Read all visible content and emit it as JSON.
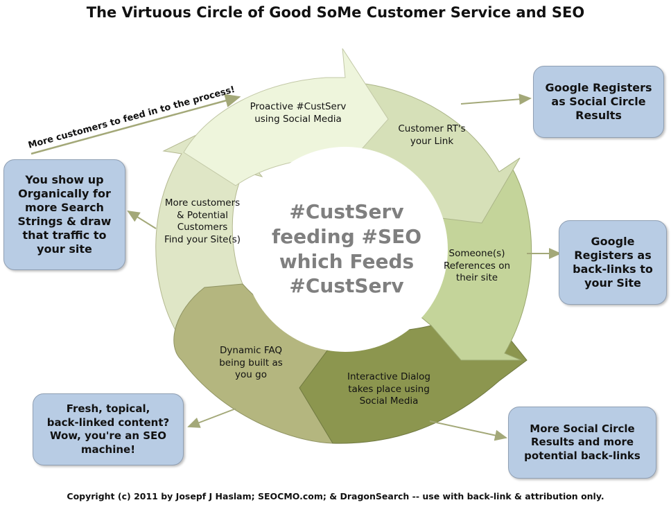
{
  "title": "The Virtuous Circle of Good SoMe Customer Service and SEO",
  "center": [
    "#CustServ",
    "feeding #SEO",
    "which Feeds",
    "#CustServ"
  ],
  "segments": {
    "proactive": "Proactive #CustServ\nusing Social Media",
    "customer_rt": "Customer RT's\nyour Link",
    "references": "Someone(s)\nReferences on\ntheir site",
    "dialog": "Interactive Dialog\ntakes place using\nSocial Media",
    "faq": "Dynamic FAQ\nbeing built as\nyou go",
    "find_site": "More customers\n& Potential\nCustomers\nFind your Site(s)"
  },
  "boxes": {
    "google_social": "Google Registers\nas Social Circle\nResults",
    "google_backlinks": "Google\nRegisters as\nback-links to\nyour Site",
    "more_results": "More Social Circle\nResults and more\npotential back-links",
    "fresh_content": "Fresh, topical,\nback-linked content?\nWow, you're an SEO\nmachine!",
    "organic": "You show up\nOrganically for\nmore Search\nStrings & draw\nthat traffic to\nyour site"
  },
  "feed_label": "More customers to feed in to the process!",
  "footer": "Copyright (c) 2011 by Josepf J Haslam; SEOCMO.com; & DragonSearch -- use with back-link & attribution only.",
  "colors": {
    "segment_1": "#eef5dc",
    "segment_2": "#d6e0b8",
    "segment_3": "#c4d49a",
    "segment_4": "#8c964f",
    "segment_5": "#b4b67f",
    "segment_6": "#dfe6c6",
    "box_fill": "#b8cce4",
    "connector": "#a3a878",
    "center_text": "#7f7f7f"
  }
}
